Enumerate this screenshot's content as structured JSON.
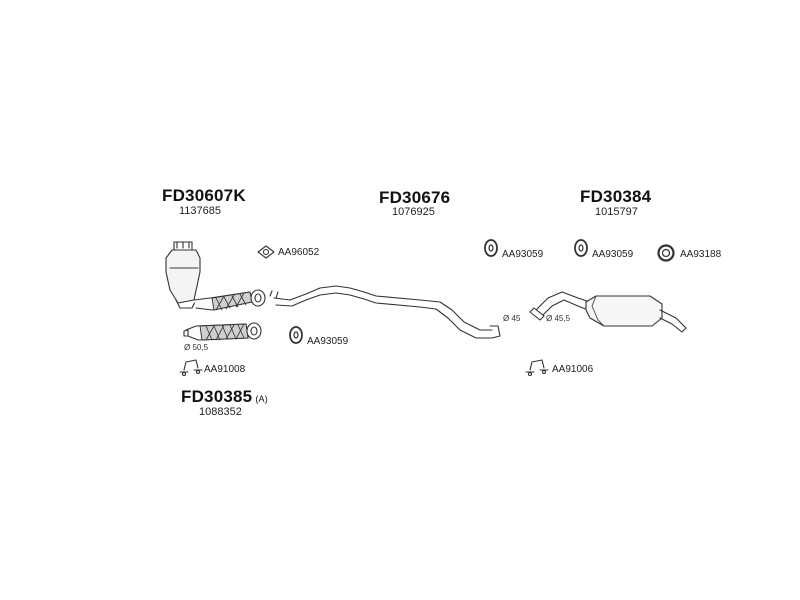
{
  "assemblies": [
    {
      "code": "FD30607K",
      "ref": "1137685"
    },
    {
      "code": "FD30676",
      "ref": "1076925"
    },
    {
      "code": "FD30384",
      "ref": "1015797"
    },
    {
      "code": "FD30385",
      "ref": "1088352",
      "note": "(A)"
    }
  ],
  "parts": [
    {
      "code": "AA96052",
      "icon": "gasket-icon"
    },
    {
      "code": "AA93059",
      "icon": "rubber-hanger-icon"
    },
    {
      "code": "AA93059",
      "icon": "rubber-hanger-icon"
    },
    {
      "code": "AA93188",
      "icon": "ring-hanger-icon"
    },
    {
      "code": "AA93059",
      "icon": "rubber-hanger-icon"
    },
    {
      "code": "AA91008",
      "icon": "clamp-icon"
    },
    {
      "code": "AA91006",
      "icon": "clamp-icon"
    }
  ],
  "dimensions": [
    "Ø 50,5",
    "Ø 45",
    "Ø 45,5"
  ]
}
